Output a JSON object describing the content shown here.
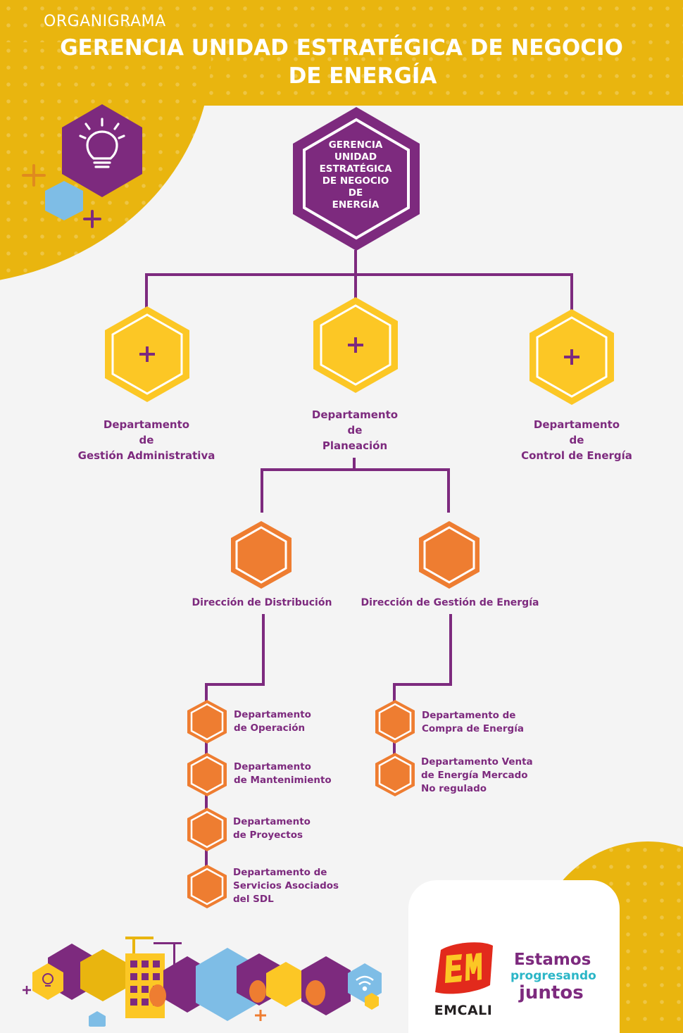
{
  "header": {
    "subtitle": "ORGANIGRAMA",
    "title_line1": "GERENCIA UNIDAD ESTRATÉGICA DE NEGOCIO",
    "title_line2": "DE ENERGÍA"
  },
  "top_node": {
    "lines": [
      "GERENCIA",
      "UNIDAD",
      "ESTRATÉGICA",
      "DE NEGOCIO",
      "DE",
      "ENERGÍA"
    ]
  },
  "departments": {
    "admin": {
      "line1": "Departamento",
      "line2": "de",
      "line3": "Gestión  Administrativa"
    },
    "planeacion": {
      "line1": "Departamento",
      "line2": "de",
      "line3": "Planeación"
    },
    "control": {
      "line1": "Departamento",
      "line2": "de",
      "line3": "Control de Energía"
    }
  },
  "directions": {
    "distribucion": "Dirección de Distribución",
    "gestion": "Dirección de Gestión de Energía"
  },
  "sub_left": [
    {
      "line1": "Departamento",
      "line2": "de Operación",
      "line3": ""
    },
    {
      "line1": "Departamento",
      "line2": "de Mantenimiento",
      "line3": ""
    },
    {
      "line1": "Departamento",
      "line2": "de Proyectos",
      "line3": ""
    },
    {
      "line1": "Departamento de",
      "line2": "Servicios Asociados",
      "line3": "del SDL"
    }
  ],
  "sub_right": [
    {
      "line1": "Departamento de",
      "line2": "Compra de Energía",
      "line3": ""
    },
    {
      "line1": "Departamento Venta",
      "line2": "de Energía Mercado",
      "line3": "No regulado"
    }
  ],
  "brand": {
    "logo_text": "EMCALI",
    "slogan_line1": "Estamos",
    "slogan_line2": "progresando",
    "slogan_line3": "juntos"
  },
  "colors": {
    "purple": "#7d2a7e",
    "yellow": "#fcc725",
    "gold": "#e9b50f",
    "orange": "#ee7d31",
    "blue": "#7ebde6",
    "teal": "#2bb6c7"
  },
  "icons": [
    "lightbulb-icon",
    "plus-icon"
  ]
}
